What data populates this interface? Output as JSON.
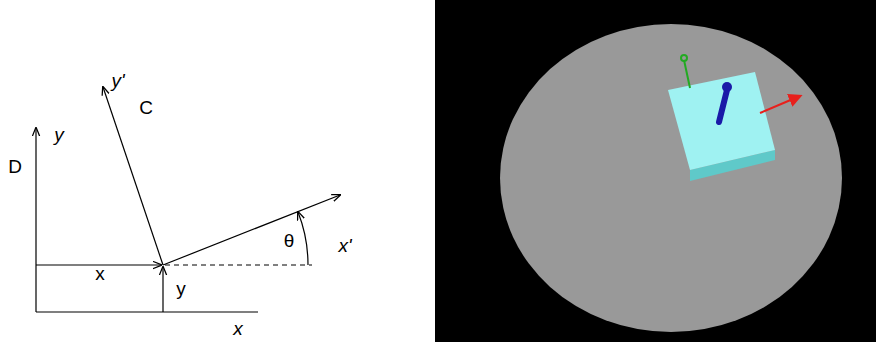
{
  "diagram": {
    "labels": [
      "y'",
      "C",
      "D",
      "y",
      "θ",
      "x'",
      "x",
      "y",
      "x"
    ]
  }
}
